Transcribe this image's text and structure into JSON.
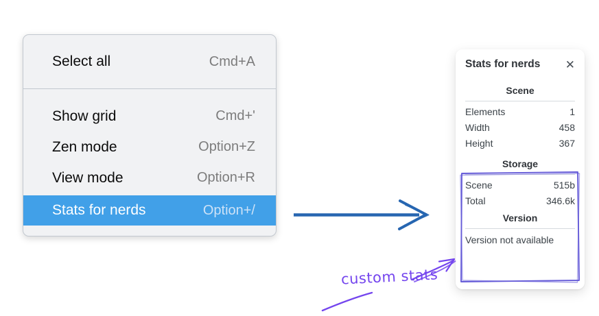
{
  "menu": {
    "groups": [
      {
        "items": [
          {
            "label": "Select all",
            "shortcut": "Cmd+A",
            "highlighted": false
          }
        ]
      },
      {
        "items": [
          {
            "label": "Show grid",
            "shortcut": "Cmd+'",
            "highlighted": false
          },
          {
            "label": "Zen mode",
            "shortcut": "Option+Z",
            "highlighted": false
          },
          {
            "label": "View mode",
            "shortcut": "Option+R",
            "highlighted": false
          },
          {
            "label": "Stats for nerds",
            "shortcut": "Option+/",
            "highlighted": true
          }
        ]
      }
    ]
  },
  "stats_panel": {
    "title": "Stats for nerds",
    "close_icon": "✕",
    "scene": {
      "heading": "Scene",
      "rows": [
        {
          "label": "Elements",
          "value": "1"
        },
        {
          "label": "Width",
          "value": "458"
        },
        {
          "label": "Height",
          "value": "367"
        }
      ]
    },
    "storage": {
      "heading": "Storage",
      "rows": [
        {
          "label": "Scene",
          "value": "515b"
        },
        {
          "label": "Total",
          "value": "346.6k"
        }
      ]
    },
    "version": {
      "heading": "Version",
      "note": "Version not available"
    }
  },
  "annotation": {
    "label": "custom stats"
  },
  "colors": {
    "menu_highlight": "#41a0e8",
    "arrow_blue": "#2766b1",
    "annotation_purple": "#7445ee",
    "sketch_box_purple": "#665cd8"
  }
}
